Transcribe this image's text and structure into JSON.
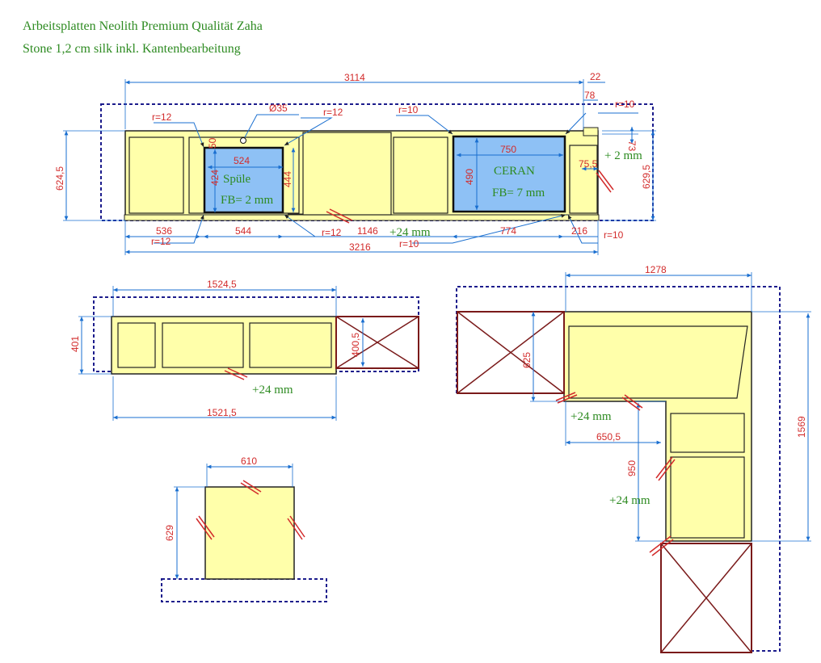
{
  "header": {
    "line1": "Arbeitsplatten Neolith Premium Qualität Zaha",
    "line2": "Stone 1,2 cm silk inkl. Kantenbearbeitung"
  },
  "colors": {
    "countertop": "#ffffaa",
    "cutout": "#8ec1f5",
    "dimension": "#d22b2b",
    "dimline": "#1a6fd0",
    "note": "#2e8b22",
    "outline": "#1c1c8c",
    "cross": "#7a1a1a"
  },
  "top": {
    "d_3114": "3114",
    "d_22": "22",
    "d_78": "78",
    "d_73": "73",
    "r_top_left": "r=12",
    "d_o35": "Ø35",
    "r_mid": "r=12",
    "r_top_mid": "r=10",
    "r_top_right": "r=10",
    "d_50": "50",
    "d_524": "524",
    "d_424": "424",
    "d_444": "444",
    "sink_label": "Spüle",
    "sink_fb": "FB= 2 mm",
    "d_750": "750",
    "d_490": "490",
    "ceran_label": "CERAN",
    "ceran_fb": "FB= 7 mm",
    "plus2": "+ 2 mm",
    "d_755": "75,5",
    "d_6245": "624,5",
    "d_6295": "629,5",
    "d_536": "536",
    "d_544": "544",
    "d_1146": "1146",
    "d_774": "774",
    "d_216": "216",
    "r_bot_left": "r=12",
    "r_bot_mid": "r=12",
    "plus24": "+24 mm",
    "r_bot_right": "r=10",
    "r_bot_mid2": "r=10",
    "d_3216": "3216"
  },
  "left": {
    "d_15245": "1524,5",
    "d_401": "401",
    "d_4005": "400,5",
    "plus24": "+24 mm",
    "d_15215": "1521,5"
  },
  "small": {
    "d_610": "610",
    "d_629": "629"
  },
  "corner": {
    "d_1278": "1278",
    "d_625": "625",
    "d_1569": "1569",
    "plus24_a": "+24 mm",
    "d_6505": "650,5",
    "d_950": "950",
    "plus24_b": "+24 mm"
  }
}
